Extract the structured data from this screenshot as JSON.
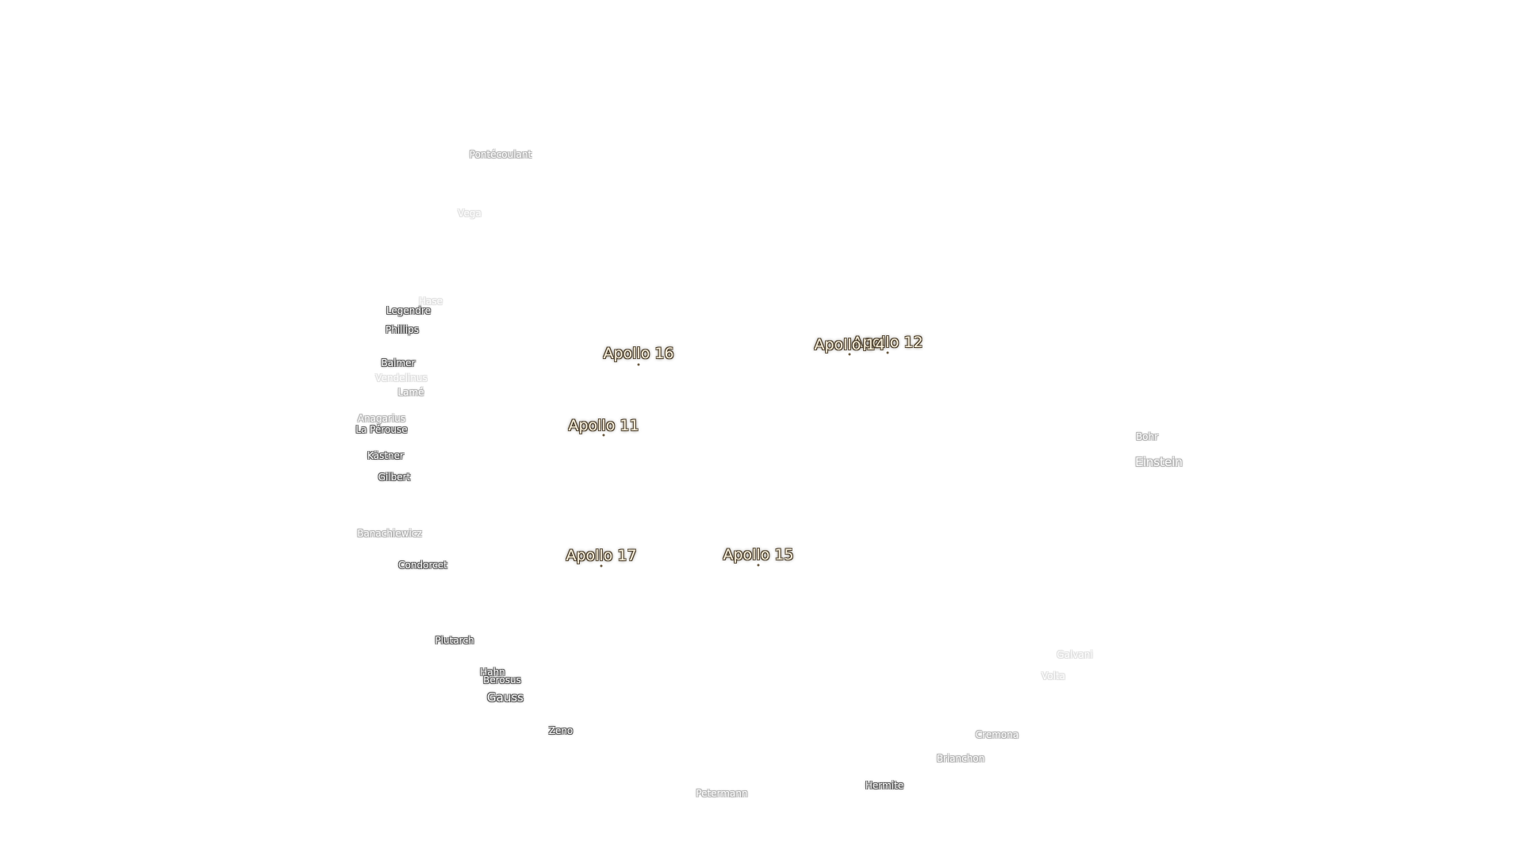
{
  "apollo_sites": [
    {
      "id": "apollo-11",
      "name": "Apollo 11"
    },
    {
      "id": "apollo-12",
      "name": "Apollo 12"
    },
    {
      "id": "apollo-14",
      "name": "Apollo 14"
    },
    {
      "id": "apollo-15",
      "name": "Apollo 15"
    },
    {
      "id": "apollo-16",
      "name": "Apollo 16"
    },
    {
      "id": "apollo-17",
      "name": "Apollo 17"
    }
  ],
  "craters": [
    {
      "id": "pontecoulant",
      "name": "Pontécoulant"
    },
    {
      "id": "vega",
      "name": "Vega"
    },
    {
      "id": "hase",
      "name": "Hase"
    },
    {
      "id": "legendre",
      "name": "Legendre"
    },
    {
      "id": "phillips",
      "name": "Phillips"
    },
    {
      "id": "balmer",
      "name": "Balmer"
    },
    {
      "id": "vendelinus",
      "name": "Vendelinus"
    },
    {
      "id": "lame",
      "name": "Lamé"
    },
    {
      "id": "anagarius",
      "name": "Anagarius"
    },
    {
      "id": "la-perouse",
      "name": "La Pérouse"
    },
    {
      "id": "kastner",
      "name": "Kästner"
    },
    {
      "id": "gilbert",
      "name": "Gilbert"
    },
    {
      "id": "banachiewicz",
      "name": "Banachiewicz"
    },
    {
      "id": "condorcet",
      "name": "Condorcet"
    },
    {
      "id": "plutarch",
      "name": "Plutarch"
    },
    {
      "id": "hahn",
      "name": "Hahn"
    },
    {
      "id": "berosus",
      "name": "Berosus"
    },
    {
      "id": "gauss",
      "name": "Gauss"
    },
    {
      "id": "zeno",
      "name": "Zeno"
    },
    {
      "id": "petermann",
      "name": "Petermann"
    },
    {
      "id": "hermite",
      "name": "Hermite"
    },
    {
      "id": "brianchon",
      "name": "Brianchon"
    },
    {
      "id": "cremona",
      "name": "Cremona"
    },
    {
      "id": "volta",
      "name": "Volta"
    },
    {
      "id": "galvani",
      "name": "Galvani"
    },
    {
      "id": "bohr",
      "name": "Bohr"
    },
    {
      "id": "einstein",
      "name": "Einstein"
    }
  ]
}
